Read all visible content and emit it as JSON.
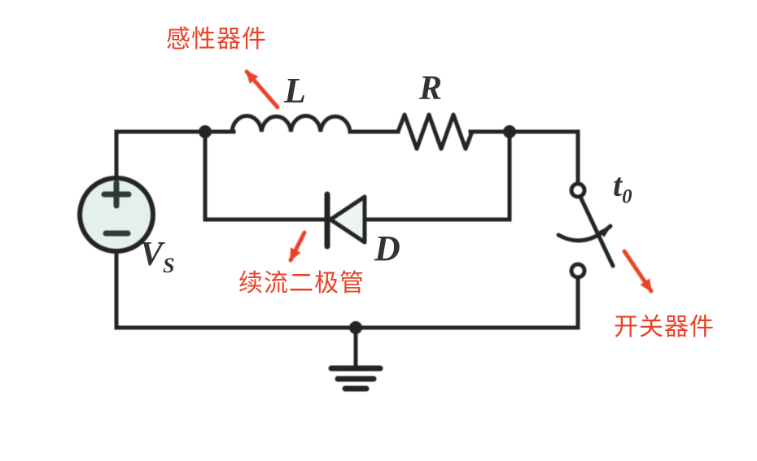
{
  "colors": {
    "background": "#ffffff",
    "wire": "#242424",
    "component_label": "#333333",
    "annotation_red": "#e8432a",
    "source_fill": "#e4f0ec",
    "diode_fill": "#edf4f1"
  },
  "labels": {
    "inductor": "L",
    "resistor": "R",
    "diode": "D",
    "source_main": "V",
    "source_sub": "S",
    "switch_time_main": "t",
    "switch_time_sub": "0",
    "polarity_plus": "+",
    "polarity_minus": "−"
  },
  "annotations": {
    "inductor": "感性器件",
    "diode": "续流二极管",
    "switch": "开关器件"
  }
}
